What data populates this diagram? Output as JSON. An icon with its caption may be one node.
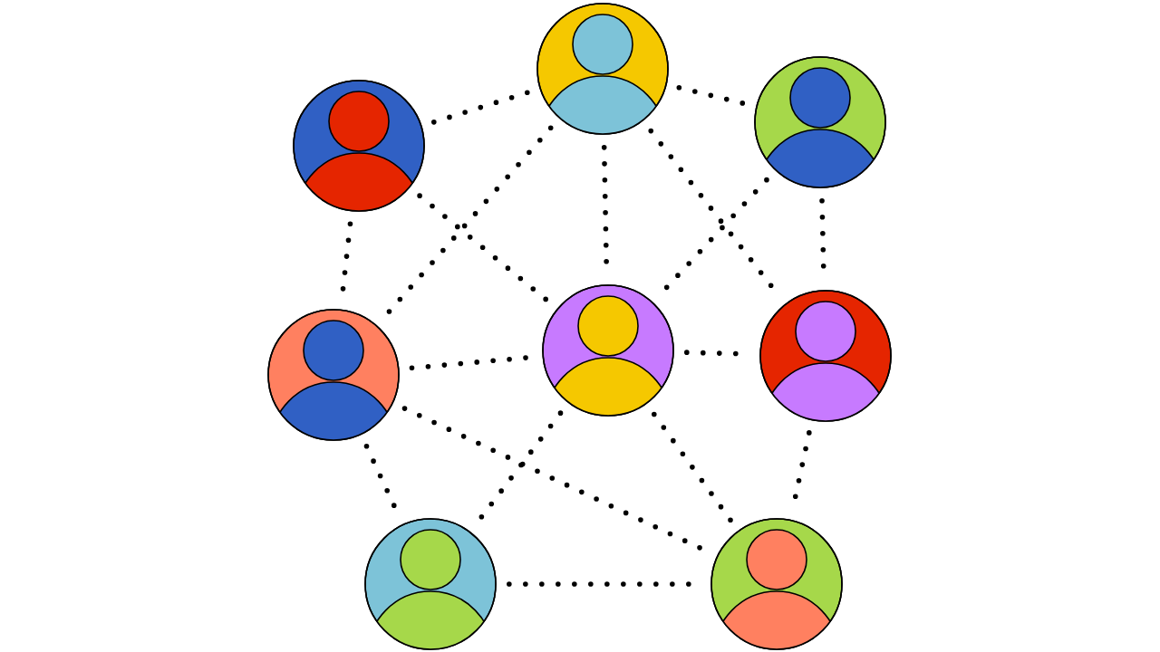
{
  "diagram": {
    "nodes": [
      {
        "text": [],
        "shape": "person"
      },
      {
        "text": [],
        "shape": "person"
      },
      {
        "text": [],
        "shape": "person"
      },
      {
        "text": [],
        "shape": "person"
      },
      {
        "text": [],
        "shape": "person"
      },
      {
        "text": [],
        "shape": "person"
      },
      {
        "text": [],
        "shape": "person"
      },
      {
        "text": [],
        "shape": "person"
      }
    ],
    "edges": [
      {
        "from": 1,
        "to": 0,
        "arrow": "none"
      },
      {
        "from": 0,
        "to": 2,
        "arrow": "none"
      },
      {
        "from": 1,
        "to": 3,
        "arrow": "none"
      },
      {
        "from": 1,
        "to": 4,
        "arrow": "none"
      },
      {
        "from": 0,
        "to": 3,
        "arrow": "none"
      },
      {
        "from": 0,
        "to": 4,
        "arrow": "none"
      },
      {
        "from": 0,
        "to": 5,
        "arrow": "none"
      },
      {
        "from": 2,
        "to": 4,
        "arrow": "none"
      },
      {
        "from": 2,
        "to": 5,
        "arrow": "none"
      },
      {
        "from": 3,
        "to": 4,
        "arrow": "none"
      },
      {
        "from": 4,
        "to": 5,
        "arrow": "none"
      },
      {
        "from": 3,
        "to": 7,
        "arrow": "none"
      },
      {
        "from": 3,
        "to": 6,
        "arrow": "none"
      },
      {
        "from": 4,
        "to": 6,
        "arrow": "none"
      },
      {
        "from": 4,
        "to": 7,
        "arrow": "none"
      },
      {
        "from": 5,
        "to": 7,
        "arrow": "none"
      },
      {
        "from": 6,
        "to": 7,
        "arrow": "none"
      }
    ]
  }
}
